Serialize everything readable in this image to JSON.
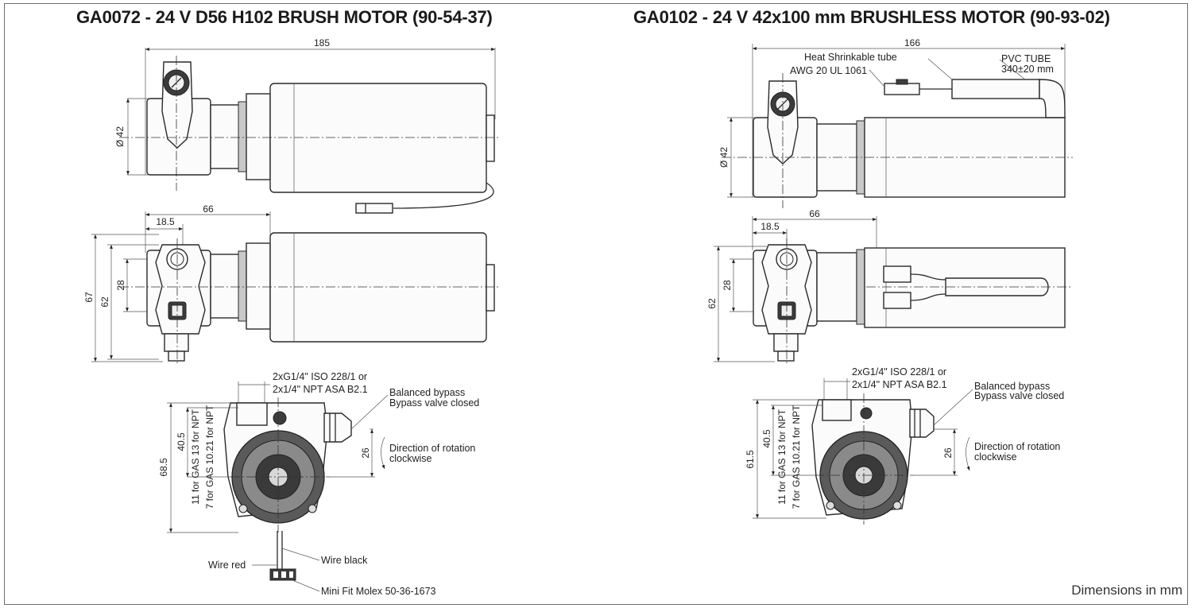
{
  "titles": {
    "left": "GA0072 - 24 V D56 H102 BRUSH MOTOR (90-54-37)",
    "right": "GA0102 - 24 V 42x100 mm BRUSHLESS MOTOR (90-93-02)"
  },
  "footer": "Dimensions in mm",
  "left": {
    "dims": {
      "length": "185",
      "diameter": "Ø 42",
      "depth": "66",
      "port_offset": "18.5",
      "height_total": "67",
      "height_body": "62",
      "port_spacing": "28",
      "front_height": "68.5",
      "front_port": "40.5",
      "rotation_offset": "26",
      "gas13": "11 for GAS 13 for NPT",
      "gas1021": "7 for GAS 10.21 for NPT"
    },
    "labels": {
      "port_spec_1": "2xG1/4\" ISO 228/1 or",
      "port_spec_2": "2x1/4\" NPT ASA B2.1",
      "bypass_1": "Balanced bypass",
      "bypass_2": "Bypass valve closed",
      "rotation_1": "Direction of rotation",
      "rotation_2": "clockwise",
      "wire_red": "Wire red",
      "wire_black": "Wire black",
      "connector": "Mini Fit Molex 50-36-1673"
    }
  },
  "right": {
    "dims": {
      "length": "166",
      "diameter": "Ø 42",
      "depth": "66",
      "port_offset": "18.5",
      "height_body": "62",
      "port_spacing": "28",
      "front_height": "61.5",
      "front_port": "40.5",
      "rotation_offset": "26",
      "gas13": "11 for GAS 13 for NPT",
      "gas1021": "7 for GAS 10.21 for NPT"
    },
    "labels": {
      "heat_tube": "Heat Shrinkable tube",
      "awg": "AWG 20 UL 1061",
      "pvc_1": "PVC TUBE",
      "pvc_2": "340±20 mm",
      "port_spec_1": "2xG1/4\" ISO 228/1 or",
      "port_spec_2": "2x1/4\" NPT ASA B2.1",
      "bypass_1": "Balanced bypass",
      "bypass_2": "Bypass valve closed",
      "rotation_1": "Direction of rotation",
      "rotation_2": "clockwise"
    }
  }
}
